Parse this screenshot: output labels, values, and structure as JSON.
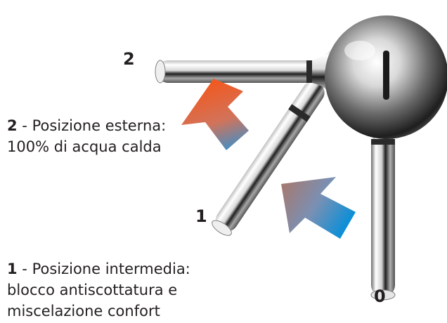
{
  "positions": {
    "p2": "2",
    "p1": "1",
    "p0": "0"
  },
  "descriptions": {
    "pos2": {
      "number": "2",
      "separator": " - ",
      "line1": "Posizione esterna:",
      "line2": "100% di acqua calda"
    },
    "pos1": {
      "number": "1",
      "separator": " - ",
      "line1": "Posizione intermedia:",
      "line2": "blocco antiscottatura e",
      "line3": "miscelazione confort"
    }
  },
  "colors": {
    "hot": "#f05a22",
    "cold": "#0091d5",
    "chrome_dark": "#2a2a2a",
    "chrome_light": "#f4f4f4"
  }
}
